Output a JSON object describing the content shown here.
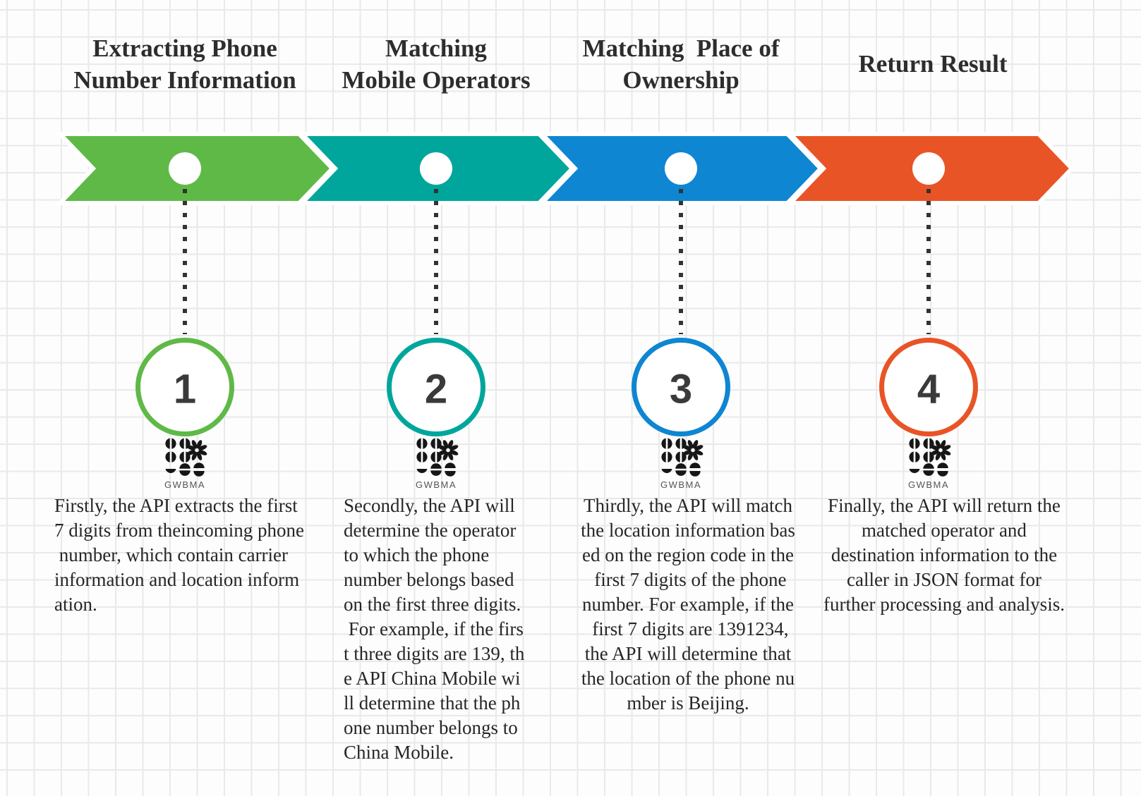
{
  "steps": [
    {
      "title": "Extracting Phone\nNumber Information",
      "number": "1",
      "color": "#5FB947",
      "logo_label": "GWBMA",
      "description": "Firstly, the API extracts the first\n7 digits from theincoming phone\n number, which contain carrier\ninformation and location inform\nation."
    },
    {
      "title": "Matching\nMobile Operators",
      "number": "2",
      "color": "#00A69B",
      "logo_label": "GWBMA",
      "description": "Secondly, the API will\ndetermine the operator\nto which the phone\nnumber belongs based\non the first three digits.\n For example, if the firs\nt three digits are 139, th\ne API China Mobile wi\nll determine that the ph\none number belongs to\nChina Mobile."
    },
    {
      "title": "Matching  Place of\nOwnership",
      "number": "3",
      "color": "#0E86D2",
      "logo_label": "GWBMA",
      "description": "Thirdly, the API will match\nthe location information bas\ned on the region code in the\n first 7 digits of the phone\nnumber. For example, if the\n first 7 digits are 1391234,\nthe API will determine that\nthe location of the phone nu\nmber is Beijing."
    },
    {
      "title": "Return Result",
      "number": "4",
      "color": "#E95426",
      "logo_label": "GWBMA",
      "description": "Finally, the API will return the\nmatched operator and\ndestination information to the\ncaller in JSON format for\nfurther processing and analysis."
    }
  ]
}
